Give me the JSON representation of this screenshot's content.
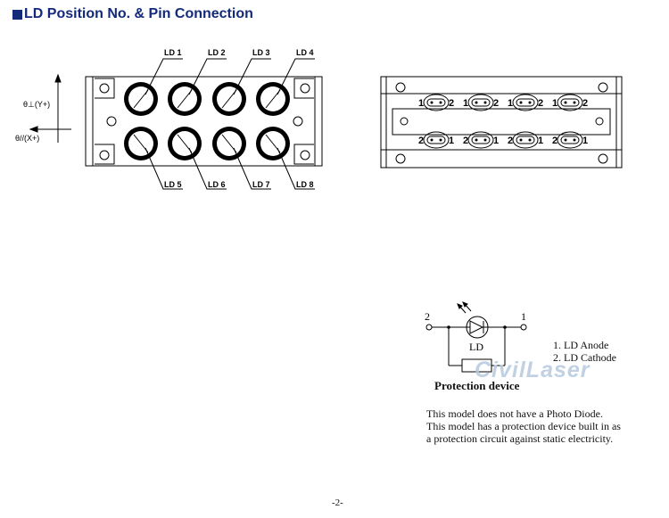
{
  "header": {
    "title": "LD Position No. & Pin Connection"
  },
  "front_view": {
    "axis_y_label": "θ⊥(Y+)",
    "axis_x_label": "θ//(X+)",
    "top_labels": [
      "LD 1",
      "LD 2",
      "LD 3",
      "LD 4"
    ],
    "bottom_labels": [
      "LD 5",
      "LD 6",
      "LD 7",
      "LD 8"
    ]
  },
  "rear_view": {
    "top_row": [
      {
        "left": "1",
        "right": "2"
      },
      {
        "left": "1",
        "right": "2"
      },
      {
        "left": "1",
        "right": "2"
      },
      {
        "left": "1",
        "right": "2"
      }
    ],
    "bottom_row": [
      {
        "left": "2",
        "right": "1"
      },
      {
        "left": "2",
        "right": "1"
      },
      {
        "left": "2",
        "right": "1"
      },
      {
        "left": "2",
        "right": "1"
      }
    ]
  },
  "circuit": {
    "pin_left": "2",
    "pin_right": "1",
    "diode_label": "LD",
    "legend": [
      "1. LD Anode",
      "2. LD Cathode"
    ],
    "protection_label": "Protection device",
    "notes": [
      "This model does not have a Photo Diode.",
      "This model has a protection device built in as",
      "a protection circuit against static electricity."
    ],
    "watermark": "CivilLaser"
  },
  "footer": {
    "page_number": "-2-"
  }
}
